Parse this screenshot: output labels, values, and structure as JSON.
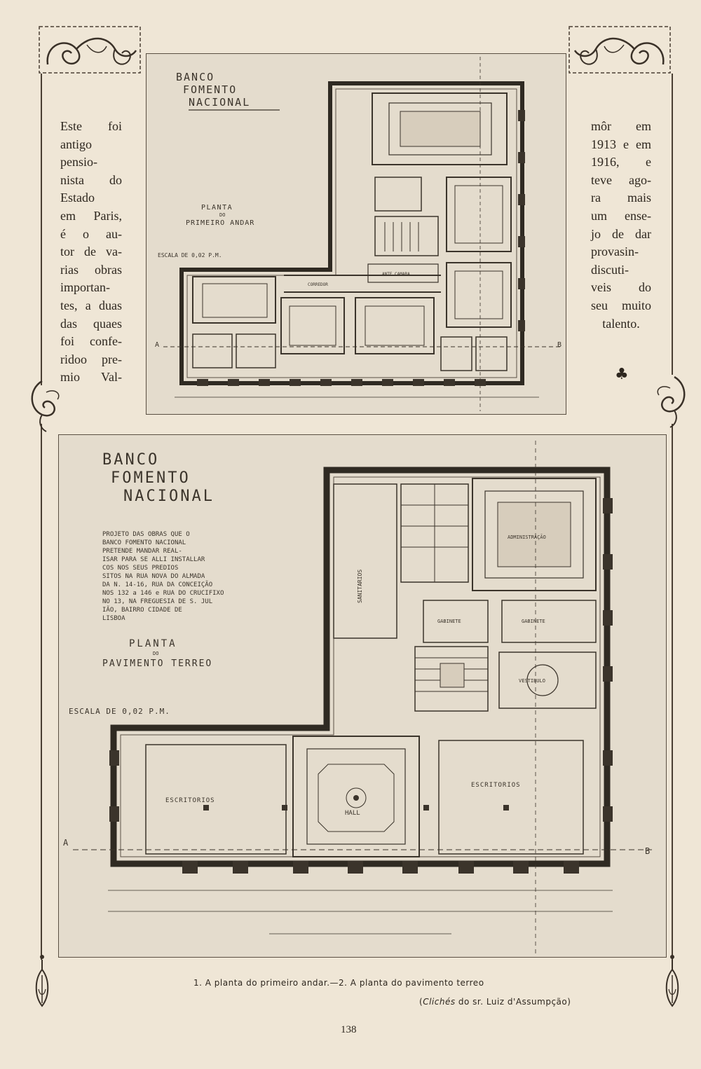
{
  "left_column": {
    "lines": [
      "Este foi",
      "antigo",
      "pensio-",
      "nista do",
      "Estado",
      "em Paris,",
      "é o au-",
      "tor de va-",
      "rias obras",
      "importan-",
      "tes, a duas",
      "das quaes",
      "foi confe-",
      "ridoo pre-",
      "mio Val-"
    ]
  },
  "right_column": {
    "lines": [
      "môr em",
      "1913 e em",
      "1916, e",
      "teve ago-",
      "ra mais",
      "um ense-",
      "jo de dar",
      "provasin-",
      "discuti-",
      "veis do",
      "seu muito",
      "talento."
    ],
    "ornament": "♣"
  },
  "plan_top": {
    "title": [
      "BANCO",
      "FOMENTO",
      "NACIONAL"
    ],
    "subtitle": [
      "PLANTA",
      "DO",
      "PRIMEIRO ANDAR"
    ],
    "scale": "ESCALA DE 0,02 P.M.",
    "marker_a": "A",
    "marker_b": "B",
    "labels": [
      "CORREDOR",
      "ANTE CAMARA"
    ]
  },
  "plan_bottom": {
    "title": [
      "BANCO",
      "FOMENTO",
      "NACIONAL"
    ],
    "project": [
      "PROJETO DAS OBRAS QUE O",
      "BANCO FOMENTO NACIONAL",
      "PRETENDE MANDAR REAL-",
      "ISAR PARA SE ALLI INSTALLAR",
      "COS NOS SEUS PREDIOS",
      "SITOS NA RUA NOVA DO ALMADA",
      "DA N. 14-16, RUA DA CONCEIÇÃO",
      "NOS 132 a 146 e RUA DO CRUCIFIXO",
      "NO 13, NA FREGUESIA DE S. JUL",
      "IÃO, BAIRRO CIDADE DE",
      "LISBOA"
    ],
    "subtitle": [
      "PLANTA",
      "DO",
      "PAVIMENTO TERREO"
    ],
    "scale": "ESCALA DE 0,02 P.M.",
    "room_left": "ESCRITORIOS",
    "room_center": "HALL",
    "room_right": "ESCRITORIOS",
    "room_admin": "ADMINISTRAÇÃO",
    "room_vest": "VESTIBULO",
    "room_gab1": "GABINETE",
    "room_gab2": "GABINETE",
    "room_san": "SANITARIOS",
    "marker_a": "A",
    "marker_b": "B"
  },
  "caption": {
    "main": "1. A planta do primeiro andar.—2. A planta do pavimento terreo",
    "credit_open": "(",
    "credit_italic": "Clichés",
    "credit_rest": " do sr. Luiz d'Assumpção)"
  },
  "page_number": "138"
}
